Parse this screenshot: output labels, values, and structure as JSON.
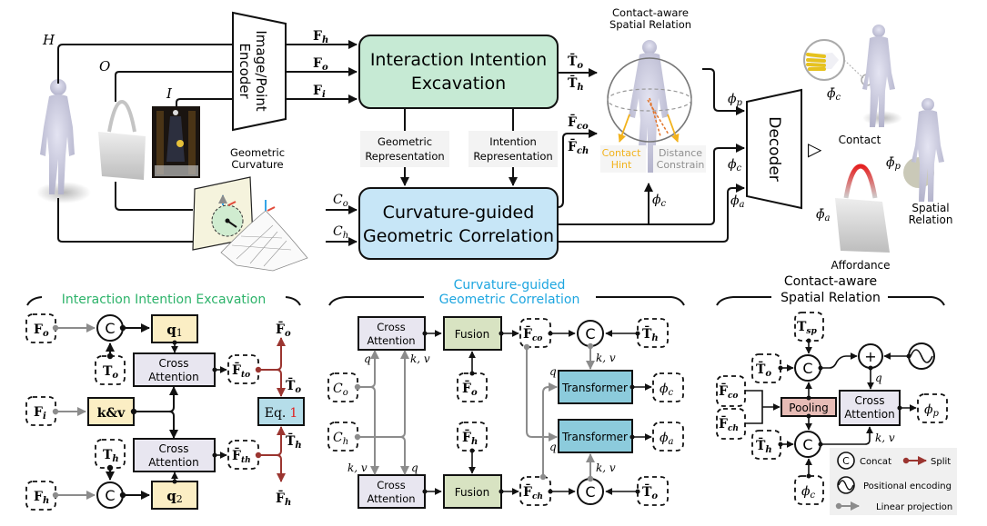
{
  "colors": {
    "intention_green": "#c6ead4",
    "geometric_blue": "#c7e6f7",
    "cross_attention_gray": "#e8e6f0",
    "query_yellow": "#fbeec4",
    "fusion_green": "#d8e3c2",
    "transformer_teal": "#8ccbdc",
    "eq_blue": "#b5dde9",
    "pooling_pink": "#e7bcb6",
    "section_green": "#2db36a",
    "section_blue": "#1ea6e0",
    "split_red": "#9b3530",
    "contact_hint_orange": "#f2b21c",
    "distance_gray": "#8f8f8f",
    "linear_gray": "#8c8c8c"
  },
  "overview": {
    "inputs": {
      "human": "H",
      "object": "O",
      "image": "I"
    },
    "encoder_label_line1": "Image/Point",
    "encoder_label_line2": "Encoder",
    "features": {
      "fh": "F",
      "fh_sub": "h",
      "fo": "F",
      "fo_sub": "o",
      "fi": "F",
      "fi_sub": "i"
    },
    "intention_block": {
      "line1": "Interaction Intention",
      "line2": "Excavation"
    },
    "geometric_block": {
      "line1": "Curvature-guided",
      "line2": "Geometric Correlation"
    },
    "geometric_representation": {
      "line1": "Geometric",
      "line2": "Representation"
    },
    "intention_representation": {
      "line1": "Intention",
      "line2": "Representation"
    },
    "geometric_curvature": {
      "line1": "Geometric",
      "line2": "Curvature"
    },
    "curvature_inputs": {
      "co": "C",
      "co_sub": "o",
      "ch": "C",
      "ch_sub": "h"
    },
    "token_out": {
      "to": "T̄",
      "to_sub": "o",
      "th": "T̄",
      "th_sub": "h"
    },
    "feat_out": {
      "fco": "F̄",
      "fco_sub": "co",
      "fch": "F̄",
      "fch_sub": "ch"
    },
    "spatial_title": {
      "line1": "Contact-aware",
      "line2": "Spatial Relation"
    },
    "contact_hint": {
      "line1": "Contact",
      "line2": "Hint"
    },
    "distance_constrain": {
      "line1": "Distance",
      "line2": "Constrain"
    },
    "phi": {
      "p": "ϕ",
      "p_sub": "p",
      "c": "ϕ",
      "c_sub": "c",
      "a": "ϕ",
      "a_sub": "a"
    },
    "decoder_label": "Decoder",
    "outputs": {
      "contact": "Contact",
      "spatial_line1": "Spatial",
      "spatial_line2": "Relation",
      "affordance": "Affordance",
      "phi_c_bar": "ϕ̄",
      "phi_c_sub": "c",
      "phi_p_bar": "ϕ̄",
      "phi_p_sub": "p",
      "phi_a_bar": "ϕ̄",
      "phi_a_sub": "a"
    },
    "triangle_glyph": "▷"
  },
  "iie": {
    "title": "Interaction Intention Excavation",
    "fo": "F",
    "fo_sub": "o",
    "to": "T",
    "to_sub": "o",
    "fi": "F",
    "fi_sub": "i",
    "th": "T",
    "th_sub": "h",
    "fh": "F",
    "fh_sub": "h",
    "concat": "C",
    "q1": "q",
    "q1_sub": "1",
    "q2": "q",
    "q2_sub": "2",
    "kv": "k&v",
    "cross_attention_line1": "Cross",
    "cross_attention_line2": "Attention",
    "fto": "F̄",
    "fto_sub": "to",
    "fth": "F̄",
    "fth_sub": "th",
    "eq_prefix": "Eq.",
    "eq_number": "1",
    "out_fo": "F̄",
    "out_fo_sub": "o",
    "out_to": "T̄",
    "out_to_sub": "o",
    "out_th": "T̄",
    "out_th_sub": "h",
    "out_fh": "F̄",
    "out_fh_sub": "h"
  },
  "cgc": {
    "title_line1": "Curvature-guided",
    "title_line2": "Geometric Correlation",
    "cross_attention_line1": "Cross",
    "cross_attention_line2": "Attention",
    "fusion": "Fusion",
    "transformer": "Transformer",
    "co": "C",
    "co_sub": "o",
    "ch": "C",
    "ch_sub": "h",
    "q": "q",
    "kv": "k, v",
    "fo_bar": "F̄",
    "fo_bar_sub": "o",
    "fh_bar": "F̄",
    "fh_bar_sub": "h",
    "fco": "F̄",
    "fco_sub": "co",
    "fch": "F̄",
    "fch_sub": "ch",
    "th_bar": "T̄",
    "th_bar_sub": "h",
    "to_bar": "T̄",
    "to_bar_sub": "o",
    "concat": "C",
    "phi_c": "ϕ",
    "phi_c_sub": "c",
    "phi_a": "ϕ",
    "phi_a_sub": "a"
  },
  "csr": {
    "title_line1": "Contact-aware",
    "title_line2": "Spatial Relation",
    "tsp": "T",
    "tsp_sub": "sp",
    "to_bar": "T̄",
    "to_bar_sub": "o",
    "th_bar": "T̄",
    "th_bar_sub": "h",
    "fco": "F̄",
    "fco_sub": "co",
    "fch": "F̄",
    "fch_sub": "ch",
    "phi_c": "ϕ",
    "phi_c_sub": "c",
    "phi_p": "ϕ",
    "phi_p_sub": "p",
    "pooling": "Pooling",
    "cross_attention_line1": "Cross",
    "cross_attention_line2": "Attention",
    "concat": "C",
    "plus": "+",
    "q": "q",
    "kv": "k, v"
  },
  "legend": {
    "concat": "Concat",
    "split": "Split",
    "positional_encoding": "Positional encoding",
    "linear_projection": "Linear projection",
    "concat_glyph": "C"
  }
}
